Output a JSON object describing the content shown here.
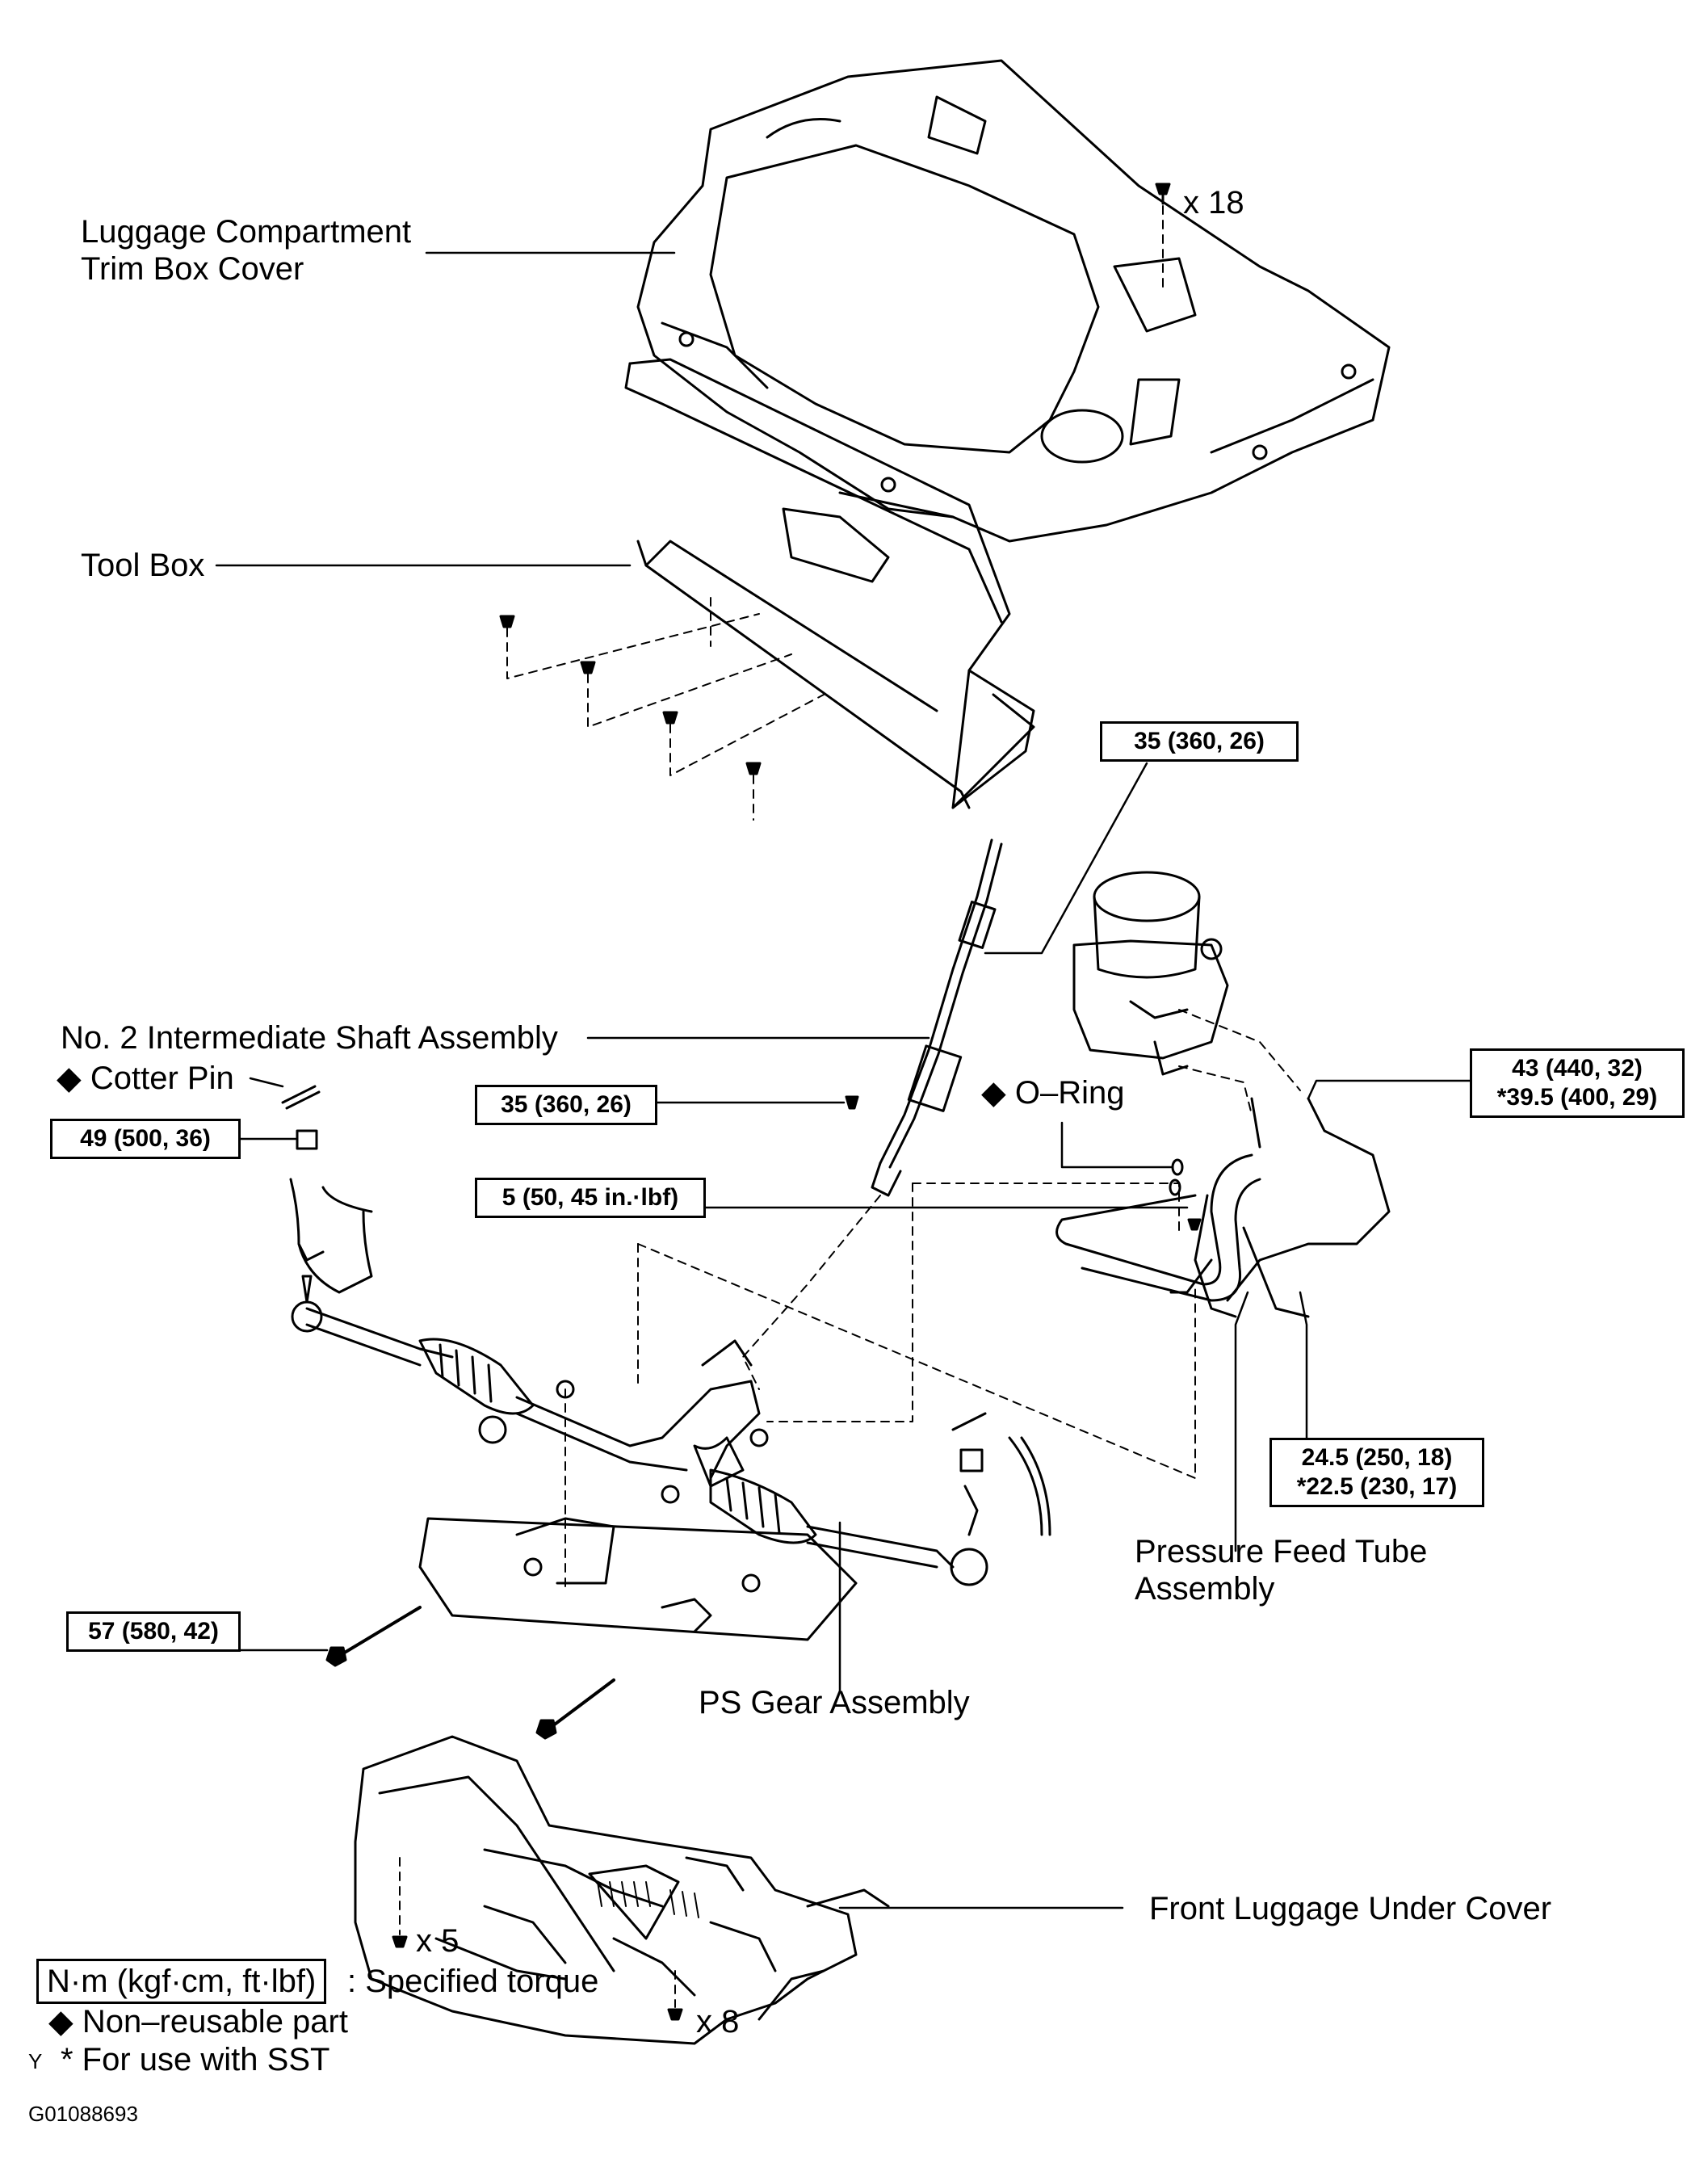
{
  "labels": {
    "trim_box_cover_line1": "Luggage Compartment",
    "trim_box_cover_line2": "Trim Box Cover",
    "x18": "x 18",
    "tool_box": "Tool Box",
    "intermediate_shaft": "No. 2 Intermediate Shaft Assembly",
    "cotter_pin": "◆ Cotter Pin",
    "o_ring": "◆ O–Ring",
    "pressure_feed_line1": "Pressure Feed Tube",
    "pressure_feed_line2": "Assembly",
    "ps_gear": "PS Gear Assembly",
    "front_luggage_under_cover": "Front Luggage Under Cover",
    "x5": "x 5",
    "x8": "x 8"
  },
  "torques": {
    "t_35_top": "35 (360, 26)",
    "t_43_line1": "43 (440, 32)",
    "t_43_line2": "*39.5 (400, 29)",
    "t_49": "49 (500, 36)",
    "t_35_mid": "35 (360, 26)",
    "t_5": "5 (50, 45 in.·lbf)",
    "t_24_line1": "24.5 (250, 18)",
    "t_24_line2": "*22.5 (230, 17)",
    "t_57": "57 (580, 42)"
  },
  "legend": {
    "unit_box": "N·m (kgf·cm, ft·lbf)",
    "specified_torque": ": Specified torque",
    "non_reusable": "◆ Non–reusable part",
    "y_mark": "Y",
    "sst": "* For use with SST"
  },
  "figure_id": "G01088693"
}
